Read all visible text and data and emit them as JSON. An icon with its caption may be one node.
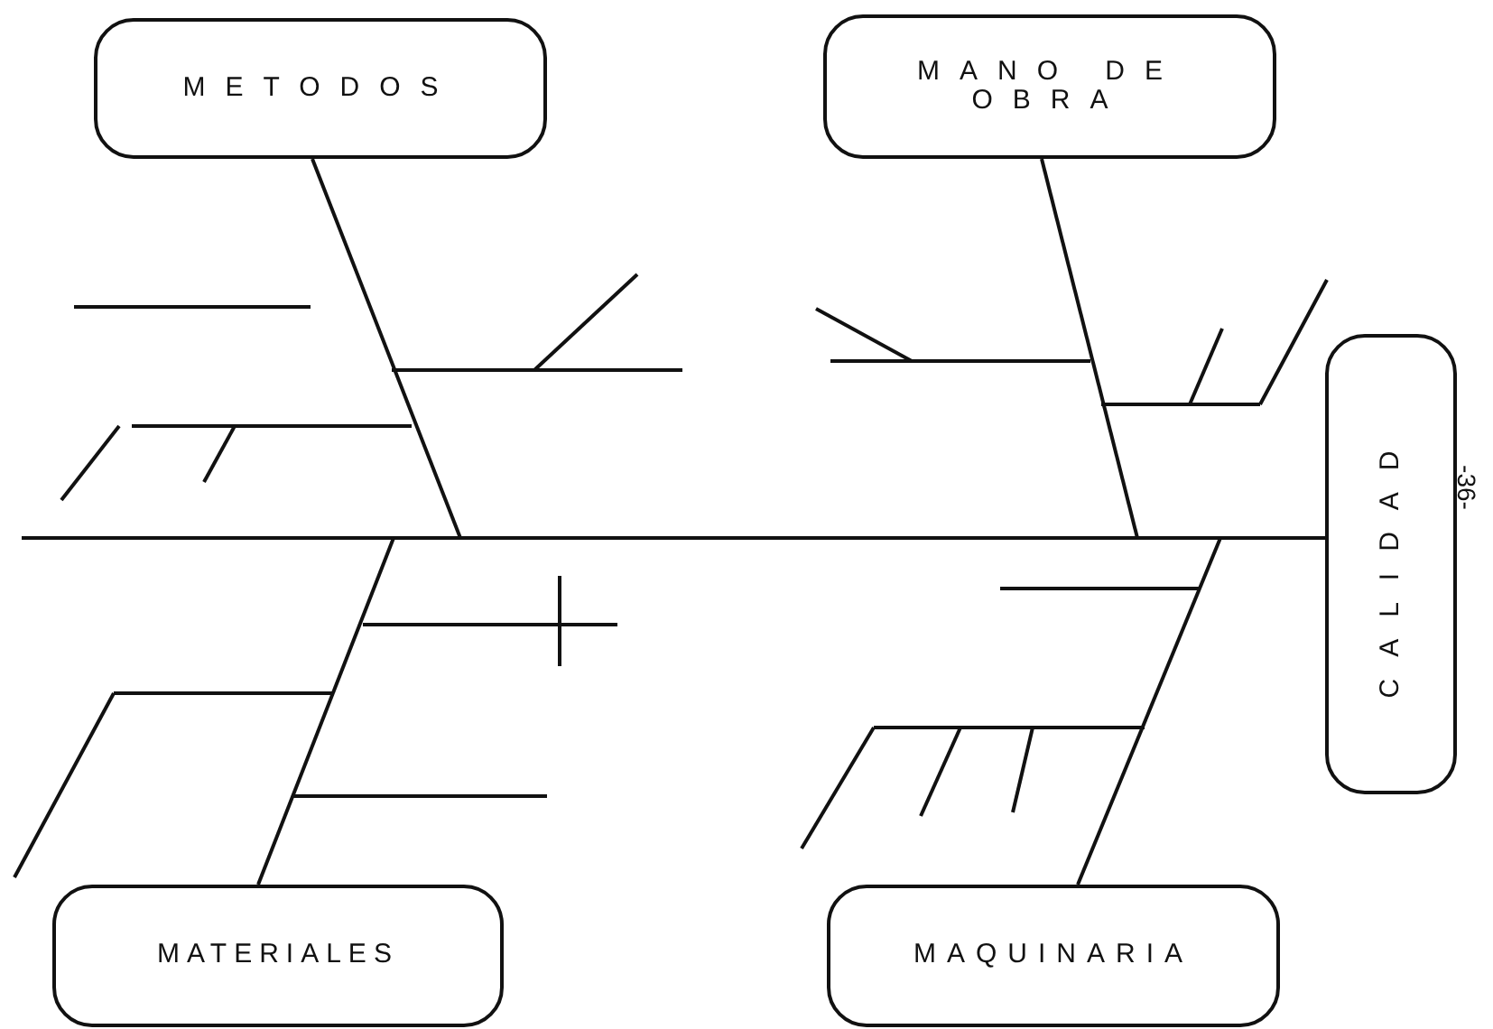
{
  "diagram": {
    "nodes": [
      {
        "text": [
          "METODOS"
        ]
      },
      {
        "text": [
          "MANO DE OBRA"
        ]
      },
      {
        "text": [
          "CALIDAD"
        ]
      },
      {
        "text": [
          "MATERIALES"
        ]
      },
      {
        "text": [
          "MAQUINARIA"
        ]
      }
    ],
    "edges": [
      {
        "from": null,
        "to": 2,
        "arrow": "none"
      },
      {
        "from": 0,
        "to": null,
        "arrow": "none"
      },
      {
        "from": 1,
        "to": null,
        "arrow": "none"
      },
      {
        "from": 3,
        "to": null,
        "arrow": "none"
      },
      {
        "from": 4,
        "to": null,
        "arrow": "none"
      }
    ],
    "labels": [
      "-36-"
    ]
  }
}
